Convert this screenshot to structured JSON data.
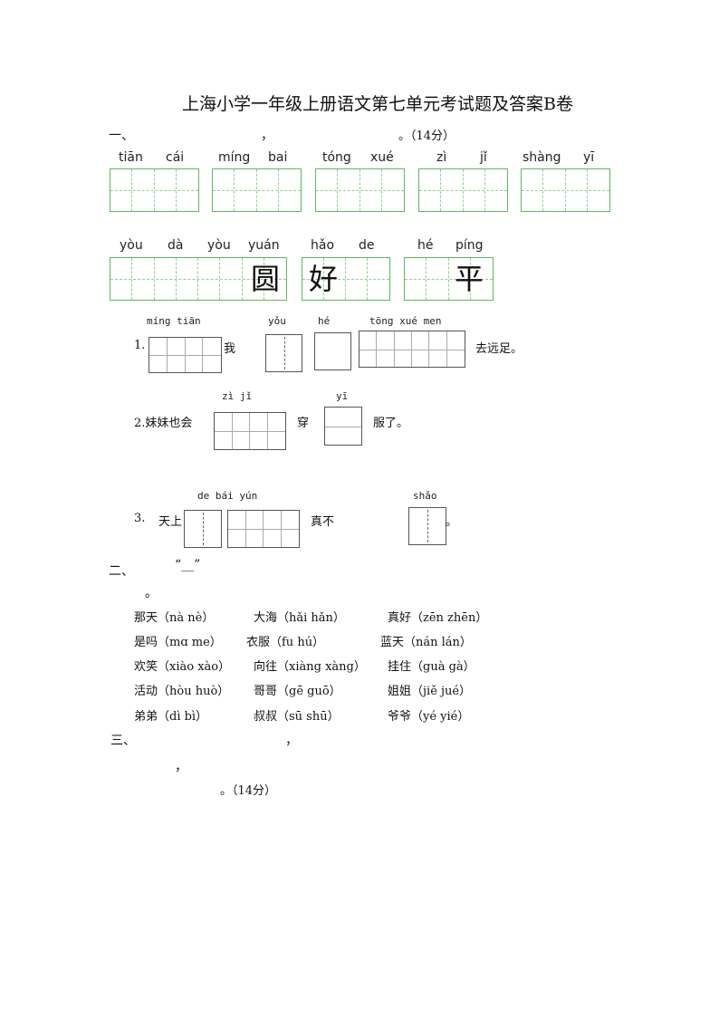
{
  "title": "上海小学一年级上册语文第七单元考试题及答案B卷",
  "section1": {
    "label": "一、",
    "comma": "，",
    "end": "。（14分）",
    "row1": [
      {
        "pinyin": [
          "tiān",
          "cái"
        ]
      },
      {
        "pinyin": [
          "míng",
          "bai"
        ]
      },
      {
        "pinyin": [
          "tóng",
          "xué"
        ]
      },
      {
        "pinyin": [
          "zì",
          "jǐ"
        ]
      },
      {
        "pinyin": [
          "shàng",
          "yī"
        ]
      }
    ],
    "row2": [
      {
        "pinyin": [
          "yòu",
          "dà",
          "yòu",
          "yuán"
        ],
        "char": "圆"
      },
      {
        "pinyin": [
          "hǎo",
          "de"
        ],
        "char": "好"
      },
      {
        "pinyin": [
          "hé",
          "píng"
        ],
        "char": "平"
      }
    ],
    "s1": {
      "num": "1.",
      "py1": "míng tiān",
      "wo": "我",
      "py2": "yǒu",
      "py3": "hé",
      "py4": "tōng xué men",
      "tail": "去远足。"
    },
    "s2": {
      "lead": "2.妹妹也会",
      "py1": "zì  jǐ",
      "mid": "穿",
      "py2": "yī",
      "tail": "服了。"
    },
    "s3": {
      "num": "3.",
      "lead": "天上",
      "py1": "de  bái yún",
      "mid": "真不",
      "py2": "shǎo",
      "tail": "。"
    }
  },
  "section2": {
    "label": "二、",
    "quote": "“__”",
    "dot": "。",
    "rows": [
      [
        "那天（nà nè）",
        "大海（hǎi hǎn）",
        "真好（zēn zhēn）"
      ],
      [
        "是吗（mɑ me）",
        "衣服（fu hú）",
        "蓝天（nán lán）"
      ],
      [
        "欢笑（xiào xào）",
        "向往（xiàng xàng）",
        "挂住（guà gà）"
      ],
      [
        "活动（hòu huò）",
        "哥哥（gē guō）",
        "姐姐（jiě jué）"
      ],
      [
        "弟弟（dì bì）",
        "叔叔（sū shū）",
        "爷爷（yé yié）"
      ]
    ]
  },
  "section3": {
    "label": "三、",
    "comma1": "，",
    "comma2": "，",
    "end": "。（14分）"
  }
}
